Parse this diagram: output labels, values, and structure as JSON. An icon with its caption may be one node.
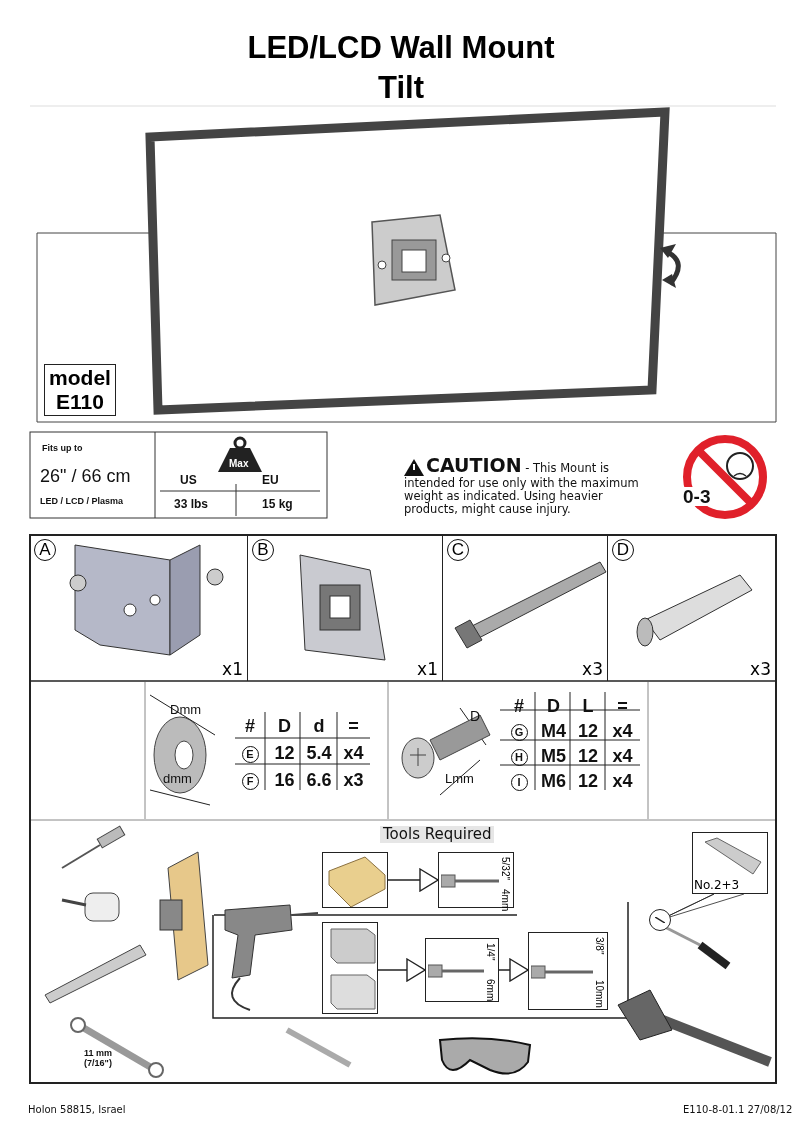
{
  "diagram": {
    "title": "LED/LCD Wall Mount Tilt",
    "nodes": [
      {
        "text": [
          "model E110"
        ]
      },
      {
        "text": [
          "A",
          "x1"
        ]
      },
      {
        "text": [
          "B",
          "x1"
        ]
      },
      {
        "text": [
          "C",
          "x3"
        ]
      },
      {
        "text": [
          "D",
          "x3"
        ]
      },
      {
        "text": [],
        "shape": "picture"
      },
      {
        "text": [
          "5/32\"",
          "4mm"
        ]
      },
      {
        "text": [],
        "shape": "picture"
      },
      {
        "text": [
          "1/4\"",
          "6mm"
        ]
      },
      {
        "text": [
          "3/8\"",
          "10mm"
        ]
      },
      {
        "text": [
          "No.2+3"
        ]
      },
      {
        "text": [],
        "shape": "circle"
      }
    ],
    "edges": [
      {
        "from": 5,
        "to": 6,
        "arrow": "to"
      },
      {
        "from": 7,
        "to": 8,
        "arrow": "to"
      },
      {
        "from": 8,
        "to": 9,
        "arrow": "to"
      },
      {
        "from": 11,
        "to": 10,
        "arrow": "none"
      }
    ],
    "labels": [
      "Fits up to",
      "26\" / 66 cm",
      "LED / LCD / Plasma",
      "Max",
      "US",
      "EU",
      "33 lbs",
      "15 kg",
      "**CAUTION** - This Mount is intended for use only with the maximum weight as indicated. Using heavier products, might cause injury.",
      "0-3",
      "Dmm",
      "dmm",
      "#",
      "D",
      "d",
      "=",
      "E",
      "12",
      "5.4",
      "x4",
      "F",
      "16",
      "6.6",
      "x3",
      "D",
      "Lmm",
      "#",
      "D",
      "L",
      "=",
      "G",
      "M4",
      "12",
      "x4",
      "H",
      "M5",
      "12",
      "x4",
      "I",
      "M6",
      "12",
      "x4",
      "Tools Required",
      "11 mm (7/16\")",
      "Holon 58815, Israel",
      "E110-8-01.1 27/08/12"
    ]
  }
}
